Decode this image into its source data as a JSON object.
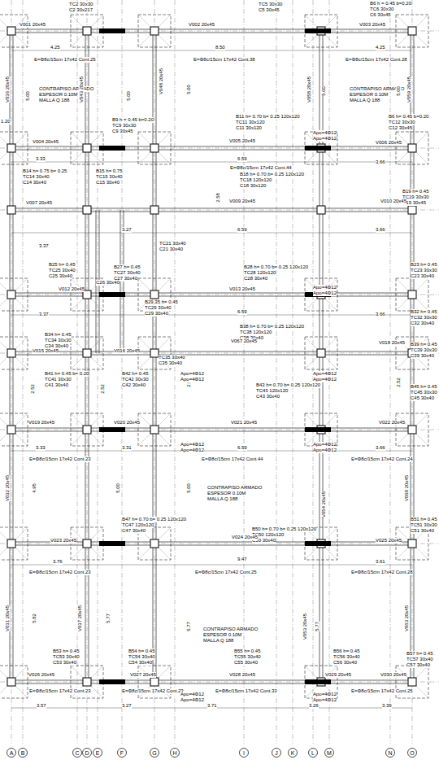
{
  "diagram": {
    "labels": [
      "TC2 30x30",
      "C2 30x217",
      "TC5 30x30",
      "C5 30x45",
      "B6 h = 0.45 b=0.20",
      "TC6 30x30",
      "C6 30x45",
      "V001 20x45",
      "V002 20x45",
      "V003 20x45",
      "4.25",
      "8.50",
      "4.25",
      "E=Φ8c/15cm 17x42 Cont.25",
      "E=Φ8c/15cm 17x42 Cont.38",
      "E=Φ8c/15cm 17x42 Cont.28",
      "CONTRAPISO ARMADO",
      "ESPESOR 0.10M",
      "MALLA Q 188",
      "CONTRAPISO ARMADO",
      "ESPESOR 0.10M",
      "MALLA Q 188",
      "V036 20x45",
      "V043 20x45",
      "V048 20x45",
      "V058 20x45",
      "V059 20x45",
      "5.00",
      "5.00",
      "5.00",
      "5.00",
      "5.00",
      "B9 h = 0.45 b=0.20",
      "TC9 30x30",
      "C9 30x45",
      "B11 h= 0.70 b= 0.25 120x120",
      "TC11 30x120",
      "C11 30x120",
      "B6 h= 0.45 b=0.20",
      "TC12 30x30",
      "C12 30x45",
      "1.20",
      "V004 20x45",
      "V005 20x45",
      "V006 20x45",
      "3.33",
      "6.59",
      "3.66",
      "E=Φ8c/15cm 17x42 Cont.44",
      "B14 h= 0.75 b= 0.25",
      "TC14 30x40",
      "C14 30x40",
      "B15 h= 0.75",
      "TC15 30x40",
      "C15 30x40",
      "B18 h= 0.70 b= 0.25 120x120",
      "TC18 120x120",
      "C18 30x120",
      "B19 h= 0.45",
      "TC19 30x30",
      "C19 30x45",
      "V007 20x45",
      "V009 20x45",
      "V010 20x45",
      "2.58",
      "3.27",
      "6.59",
      "3.66",
      "3.37",
      "TC21 30x40",
      "C21 30x40",
      "B25 h= 0.45",
      "TC25 30x40",
      "C25 30x40",
      "B27 h= 0.45",
      "TC27 30x40",
      "C27 30x40",
      "B28 h= 0.70 b= 0.25 120x120",
      "TC28 120x120",
      "C28 30x40",
      "B23 h= 0.45",
      "TC23 30x30",
      "C23 30x40",
      "V012 20x45",
      "V013 20x45",
      "C26 30x40",
      "3.37",
      "6.59",
      "3.66",
      "B29,35 h= 0.45",
      "TC29 30x40",
      "C29 30x40",
      "B32 h= 0.45",
      "TC32 30x30",
      "C32 30x40",
      "B34 h= 0.45",
      "TC34 30x30",
      "C34 30x40",
      "B38 h= 0.70 b= 0.25 120x120",
      "TC38 120x120",
      "C38 30x40",
      "B39 h= 0.45",
      "TC39 30x30",
      "C39 30x40",
      "TC35 30x40",
      "C35 30x40",
      "V015 20x45",
      "V016 20x45",
      "V067 20x45",
      "V018 20x45",
      "B41 h= 0.45 b= 0.20",
      "TC41 30x30",
      "C41 30x40",
      "B42 h= 0.45",
      "TC42 30x30",
      "C42 30x40",
      "B43 h= 0.70 b= 0.25 120x120",
      "TC43 120x120",
      "C43 30x40",
      "B45 h= 0.45",
      "TC45 30x30",
      "C45 30x40",
      "2.52",
      "2.52",
      "2.52",
      "2.52",
      "V019 20x45",
      "V020 20x45",
      "V021 20x45",
      "V022 20x45",
      "3.33",
      "3.31",
      "6.59",
      "3.66",
      "E=Φ8c/15cm 17x42 Cont.23",
      "E=Φ8c/15cm 17x42 Cont.44",
      "E=Φ8c/15cm 17x42 Cont.24",
      "4.95",
      "5.00",
      "5.00",
      "V032 20x45",
      "V054 20x45",
      "V060 20x45",
      "CONTRAPISO ARMADO",
      "ESPESOR 0.10M",
      "MALLA Q 188",
      "B51 h= 0.45",
      "TC51 30x30",
      "C51 30x40",
      "B47 h= 0.70 b= 0.25 120x120",
      "TC47 120x120",
      "C47 30x40",
      "B50 h= 0.70 b= 0.25 120x120",
      "TC50 120x120",
      "C50 30x40",
      "V023 20x45",
      "V024 20x45",
      "V025 20x45",
      "3.76",
      "9.47",
      "3.61",
      "E=Φ8c/15cm 17x42 Cont.23",
      "E=Φ8c/15cm 17x42 Cont.25",
      "E=Φ8c/15cm 17x42 Cont.28",
      "5.82",
      "5.77",
      "5.77",
      "5.77",
      "V031 20x45",
      "V037 20x45",
      "V053 20x45",
      "V063 20x45",
      "CONTRAPISO ARMADO",
      "ESPESOR 0.10M",
      "MALLA Q 188",
      "B53 h= 0.45",
      "TC53 30x40",
      "C53 30x40",
      "B54 h= 0.45",
      "TC54 30x40",
      "C54 30x40",
      "B55 h= 0.45",
      "TC55 30x40",
      "C55 30x40",
      "B56 h= 0.45",
      "TC56 30x40",
      "C56 30x40",
      "B57 h= 0.45",
      "TC57 30x40",
      "C57 30x40",
      "V026 20x45",
      "V027 20x45",
      "V028 20x45",
      "V029 20x45",
      "V030 20x45",
      "E=Φ8c/15cm 17x42 Cont.23",
      "E=Φ8c/15cm 17x42 Cont.23",
      "E=Φ8c/15cm 17x42 Cont.33",
      "E=Φ8c/15cm 17x42 Cont.25",
      "3.57",
      "3.27",
      "3.71",
      "3.26",
      "3.39",
      "Apo=4Φ12",
      "Apo=4Φ12",
      "Apo=4Φ12",
      "Apo=4Φ12",
      "Apo=4Φ12",
      "Apo=4Φ12",
      "Apo=4Φ12",
      "Apo=4Φ12",
      "Apo=4Φ12",
      "Apo=4Φ12",
      "Apo=4Φ12",
      "Apo=4Φ12",
      "Apo=4Φ12",
      "Apo=4Φ12",
      "Apo=4Φ12",
      "Apo=4Φ12",
      "A",
      "B",
      "C",
      "D",
      "E",
      "F",
      "G",
      "H",
      "I",
      "J",
      "K",
      "L",
      "M",
      "N",
      "O"
    ]
  }
}
